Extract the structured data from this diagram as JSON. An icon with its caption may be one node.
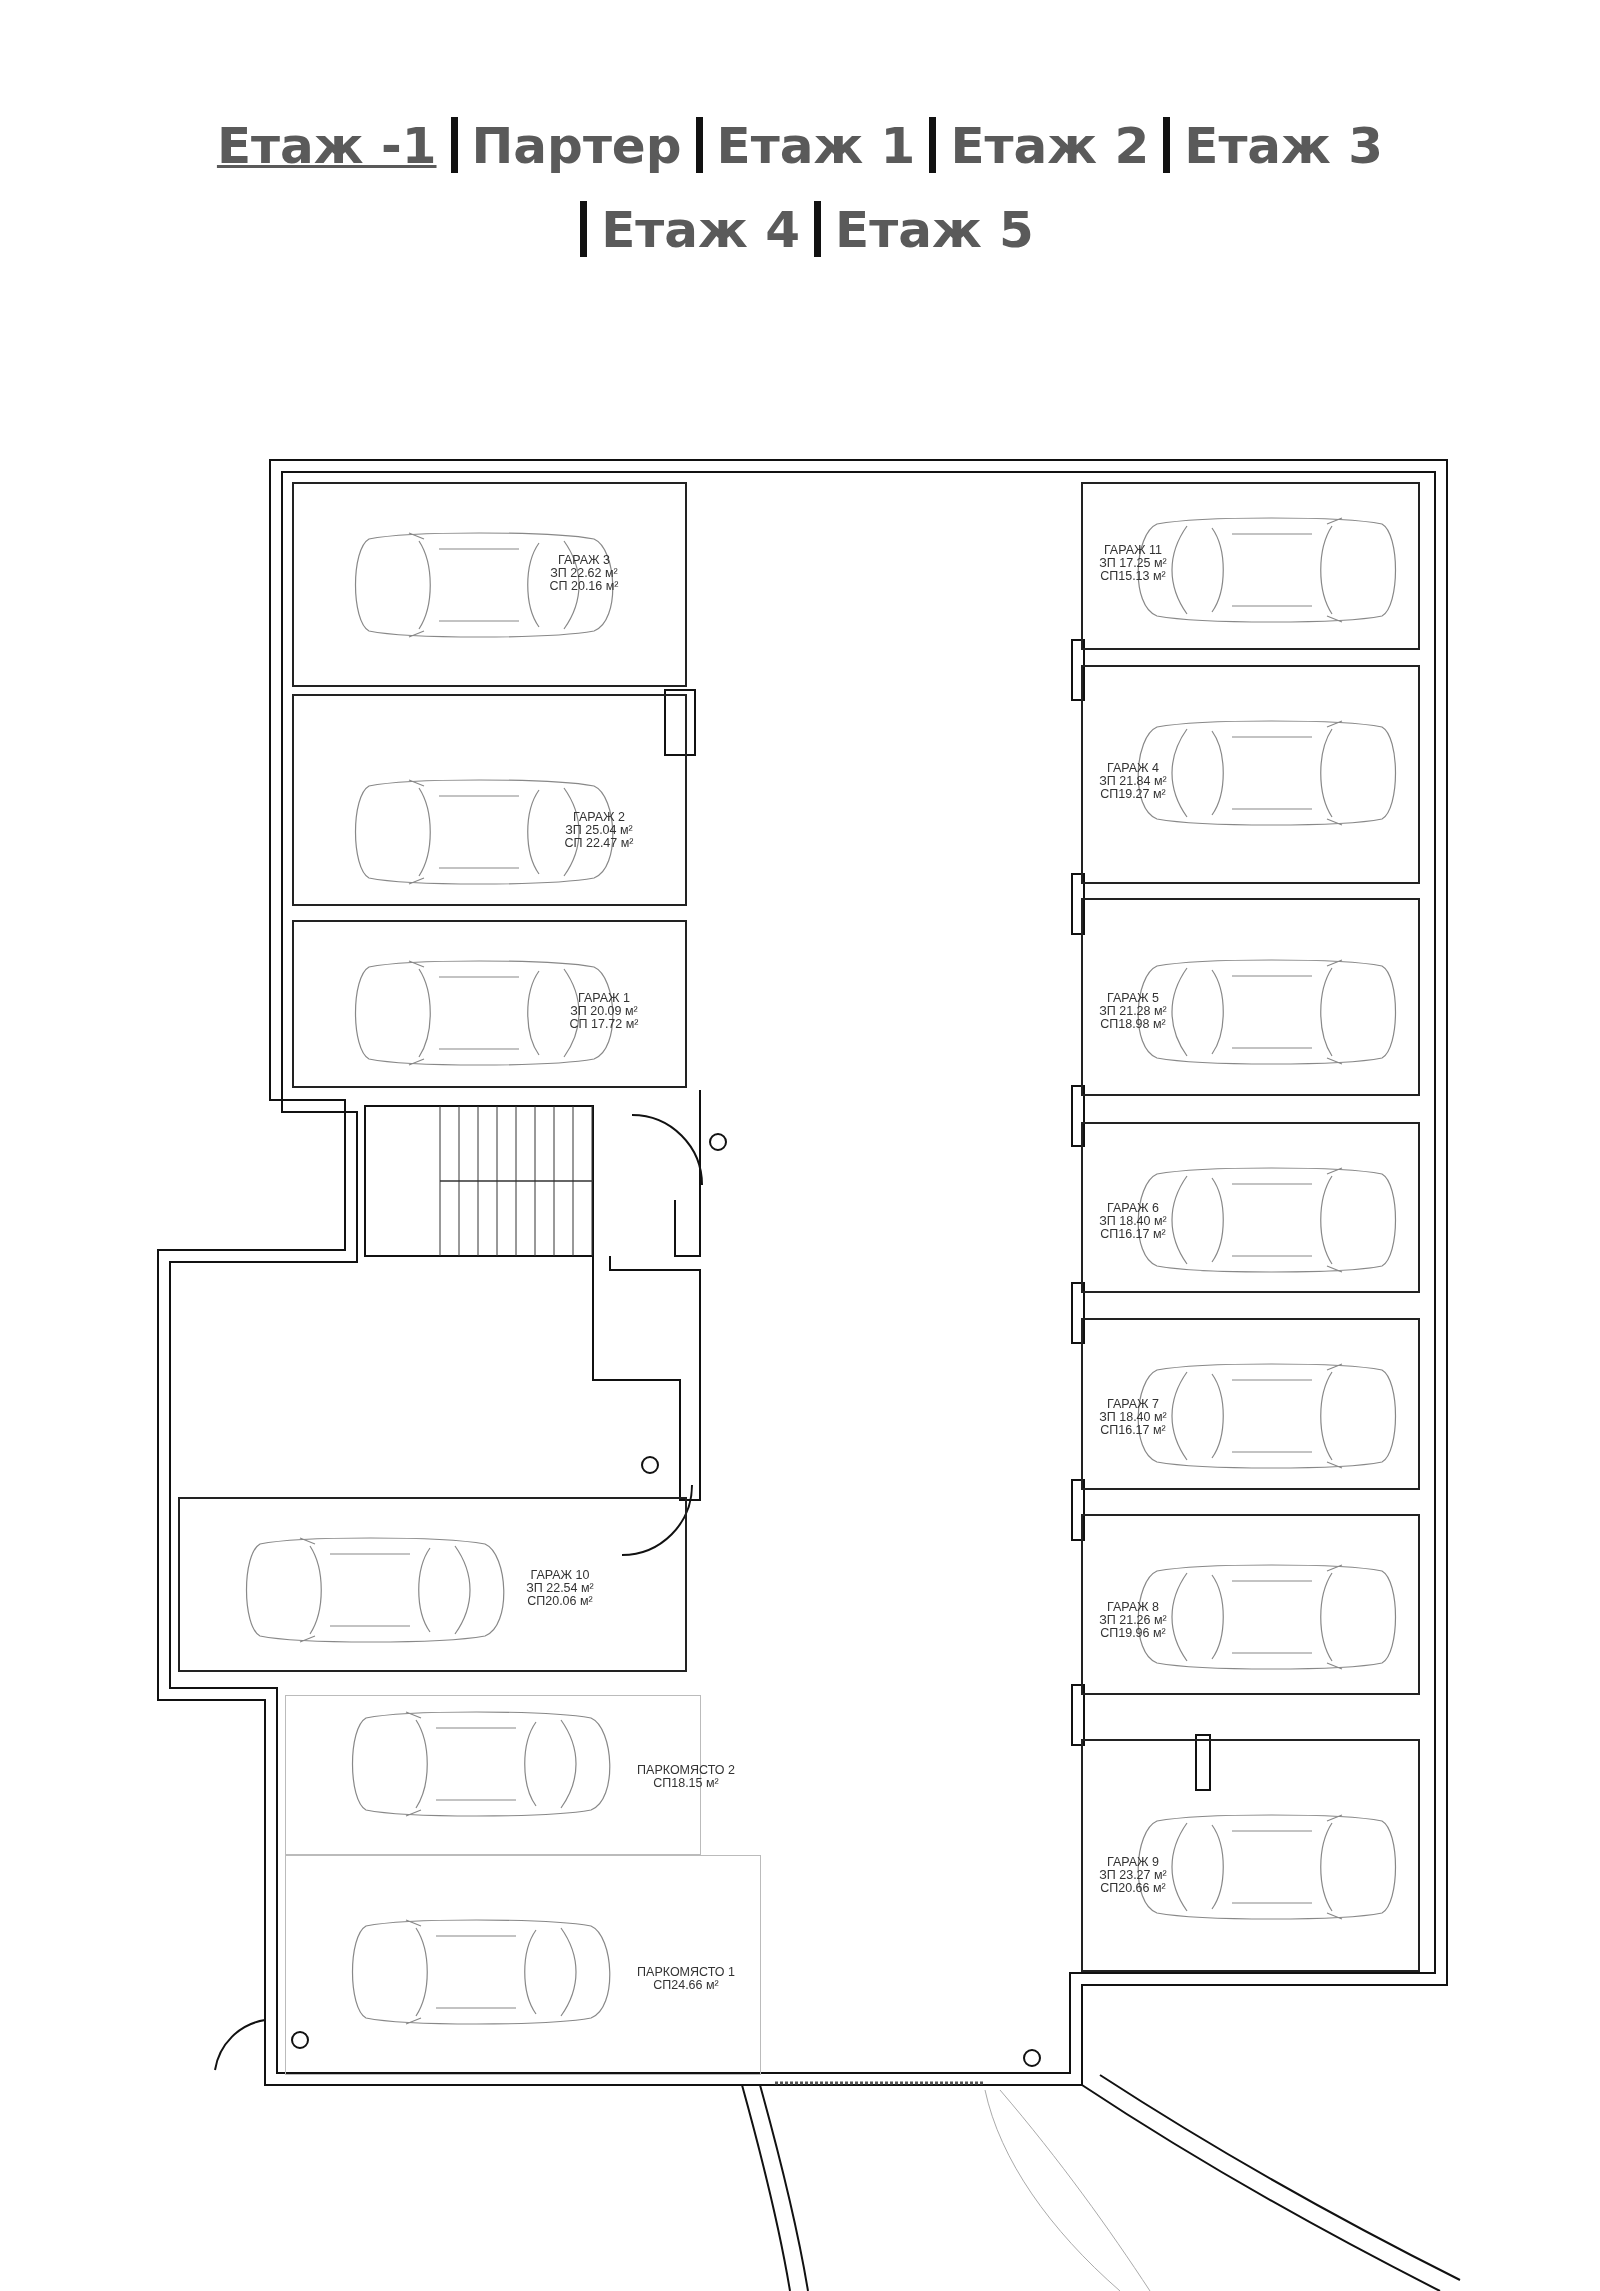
{
  "diagram": {
    "nodes": [
      {
        "text": [
          "ГАРАЖ 3",
          "ЗП 22.62 м²",
          "СП 20.16 м²"
        ]
      },
      {
        "text": [
          "ГАРАЖ 11",
          "ЗП 17.25 м²",
          "СП15.13 м²"
        ]
      },
      {
        "text": [
          "ГАРАЖ 2",
          "ЗП 25.04 м²",
          "СП 22.47 м²"
        ]
      },
      {
        "text": [
          "ГАРАЖ 4",
          "ЗП 21.84 м²",
          "СП19.27 м²"
        ]
      },
      {
        "text": [
          "ГАРАЖ 1",
          "ЗП 20.09 м²",
          "СП 17.72 м²"
        ]
      },
      {
        "text": [
          "ГАРАЖ 5",
          "ЗП 21.28 м²",
          "СП18.98 м²"
        ]
      },
      {
        "text": [
          "ГАРАЖ 6",
          "ЗП 18.40 м²",
          "СП16.17 м²"
        ]
      },
      {
        "text": [
          "ГАРАЖ 7",
          "ЗП 18.40 м²",
          "СП16.17 м²"
        ]
      },
      {
        "text": [
          "ГАРАЖ 10",
          "ЗП 22.54 м²",
          "СП20.06 м²"
        ]
      },
      {
        "text": [
          "ГАРАЖ 8",
          "ЗП 21.26 м²",
          "СП19.96 м²"
        ]
      },
      {
        "text": [
          "ПАРКОМЯСТО 2",
          "СП18.15 м²"
        ]
      },
      {
        "text": [
          "ГАРАЖ 9",
          "ЗП 23.27 м²",
          "СП20.66 м²"
        ]
      },
      {
        "text": [
          "ПАРКОМЯСТО 1",
          "СП24.66 м²"
        ]
      }
    ],
    "labels": [
      "Етаж -1",
      "Партер",
      "Етаж 1",
      "Етаж 2",
      "Етаж 3",
      "Етаж 4",
      "Етаж 5"
    ]
  }
}
